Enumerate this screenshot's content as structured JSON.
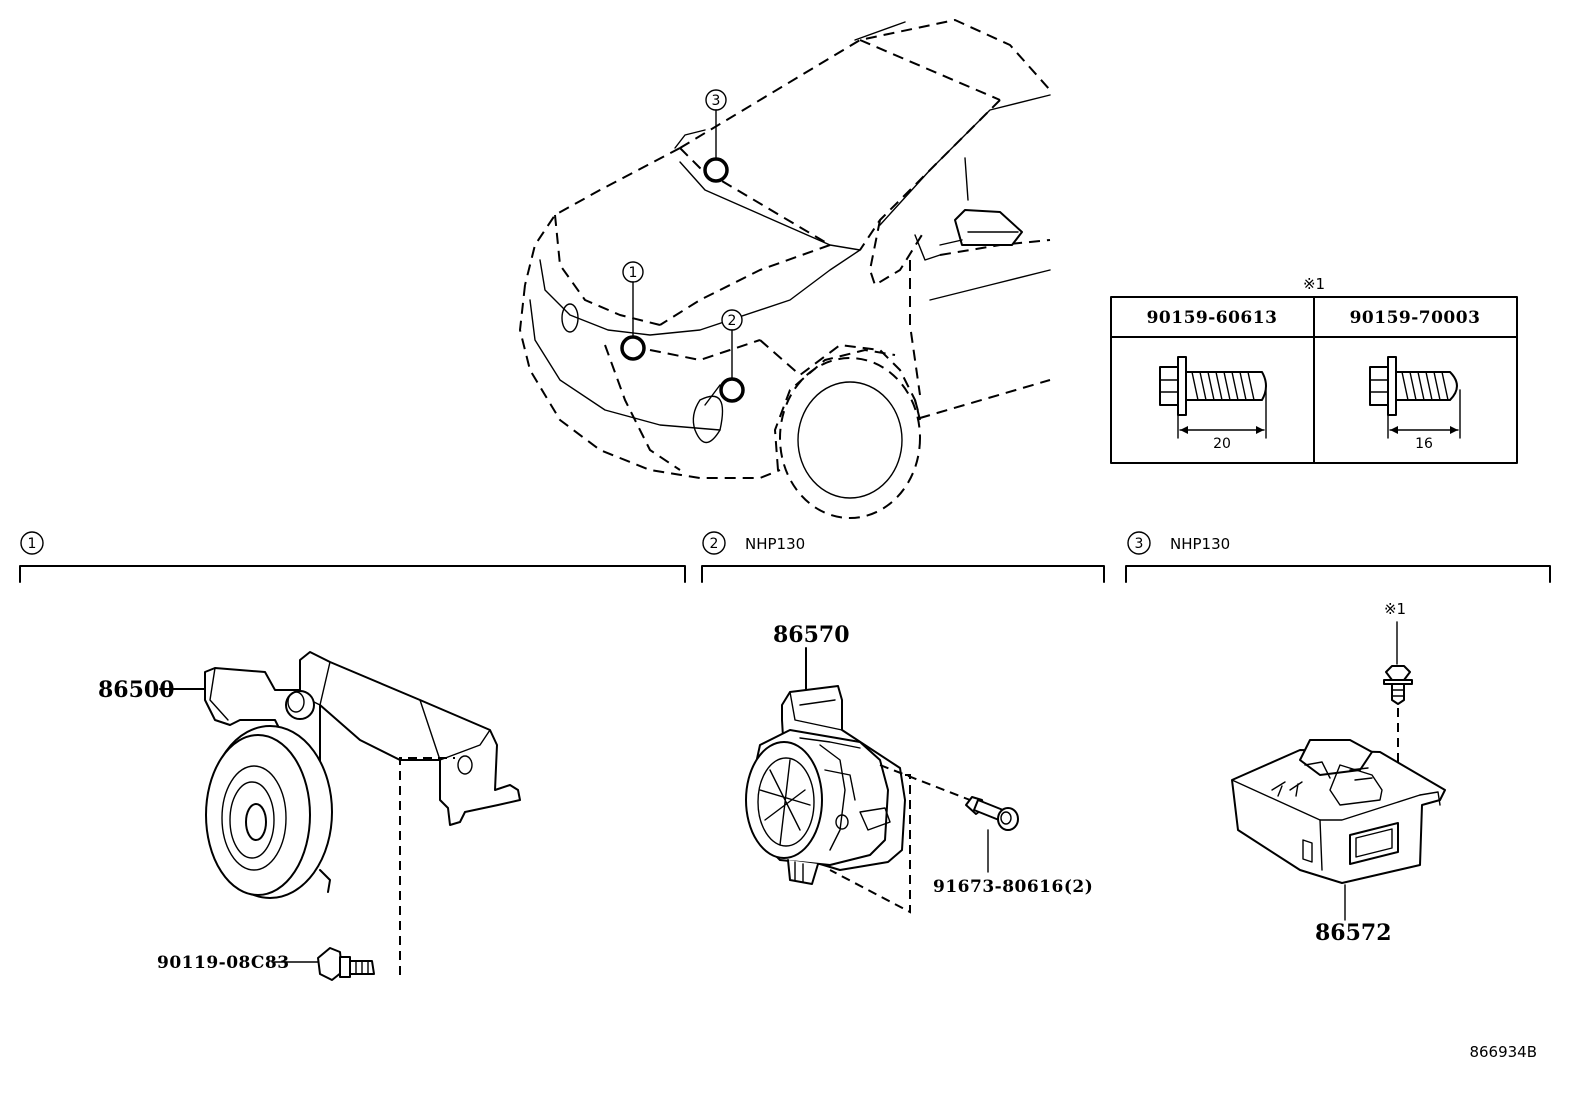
{
  "callouts": {
    "one": "1",
    "two": "2",
    "three": "3"
  },
  "sections": [
    {
      "num": "1",
      "note": ""
    },
    {
      "num": "2",
      "note": "NHP130"
    },
    {
      "num": "3",
      "note": "NHP130"
    }
  ],
  "reference_mark": "※1",
  "bolt_table": {
    "mark": "※1",
    "columns": [
      {
        "part": "90159-60613",
        "length": "20"
      },
      {
        "part": "90159-70003",
        "length": "16"
      }
    ]
  },
  "parts": {
    "horn": "86500",
    "horn_bolt": "90119-08C83",
    "siren": "86570",
    "siren_bolt": "91673-80616(2)",
    "module": "86572"
  },
  "diagram_id": "866934B"
}
